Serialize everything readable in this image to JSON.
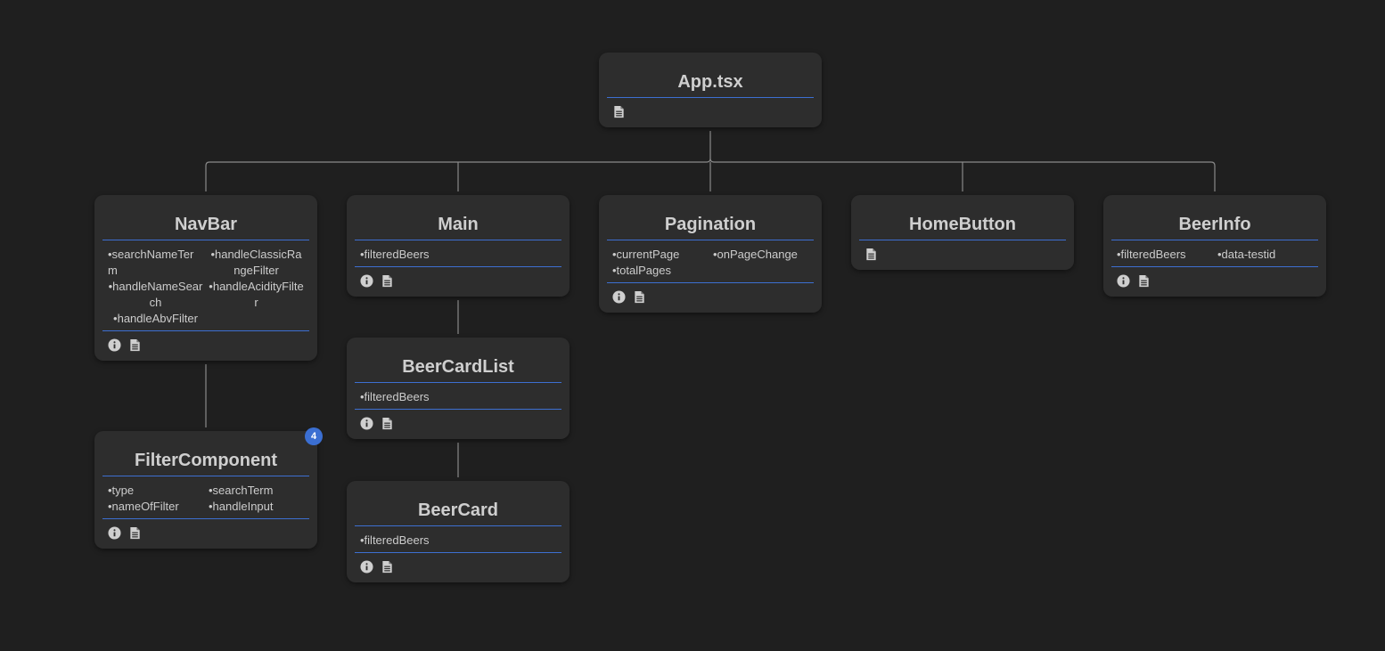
{
  "diagram": {
    "nodes": {
      "app": {
        "title": "App.tsx",
        "props": [],
        "has_info": false,
        "has_doc": true
      },
      "navbar": {
        "title": "NavBar",
        "props": [
          "searchNameTerm",
          "handleClassicRangeFilter",
          "handleNameSearch",
          "handleAcidityFilter",
          "handleAbvFilter"
        ],
        "has_info": true,
        "has_doc": true
      },
      "main": {
        "title": "Main",
        "props": [
          "filteredBeers"
        ],
        "has_info": true,
        "has_doc": true
      },
      "pagination": {
        "title": "Pagination",
        "props": [
          "currentPage",
          "onPageChange",
          "totalPages"
        ],
        "has_info": true,
        "has_doc": true
      },
      "homebutton": {
        "title": "HomeButton",
        "props": [],
        "has_info": false,
        "has_doc": true
      },
      "beerinfo": {
        "title": "BeerInfo",
        "props": [
          "filteredBeers",
          "data-testid"
        ],
        "has_info": true,
        "has_doc": true
      },
      "filtercomponent": {
        "title": "FilterComponent",
        "props": [
          "type",
          "searchTerm",
          "nameOfFilter",
          "handleInput"
        ],
        "has_info": true,
        "has_doc": true,
        "badge": "4"
      },
      "beercardlist": {
        "title": "BeerCardList",
        "props": [
          "filteredBeers"
        ],
        "has_info": true,
        "has_doc": true
      },
      "beercard": {
        "title": "BeerCard",
        "props": [
          "filteredBeers"
        ],
        "has_info": true,
        "has_doc": true
      }
    },
    "edges": [
      [
        "app",
        "navbar"
      ],
      [
        "app",
        "main"
      ],
      [
        "app",
        "pagination"
      ],
      [
        "app",
        "homebutton"
      ],
      [
        "app",
        "beerinfo"
      ],
      [
        "navbar",
        "filtercomponent"
      ],
      [
        "main",
        "beercardlist"
      ],
      [
        "beercardlist",
        "beercard"
      ]
    ],
    "colors": {
      "background": "#1f1f1f",
      "node": "#2d2d2d",
      "divider": "#3d6fd1",
      "connector": "#8a8a8a",
      "badge": "#3b6fd2",
      "text": "#cccccc"
    },
    "icons": {
      "info": "info-icon",
      "doc": "document-icon"
    }
  }
}
